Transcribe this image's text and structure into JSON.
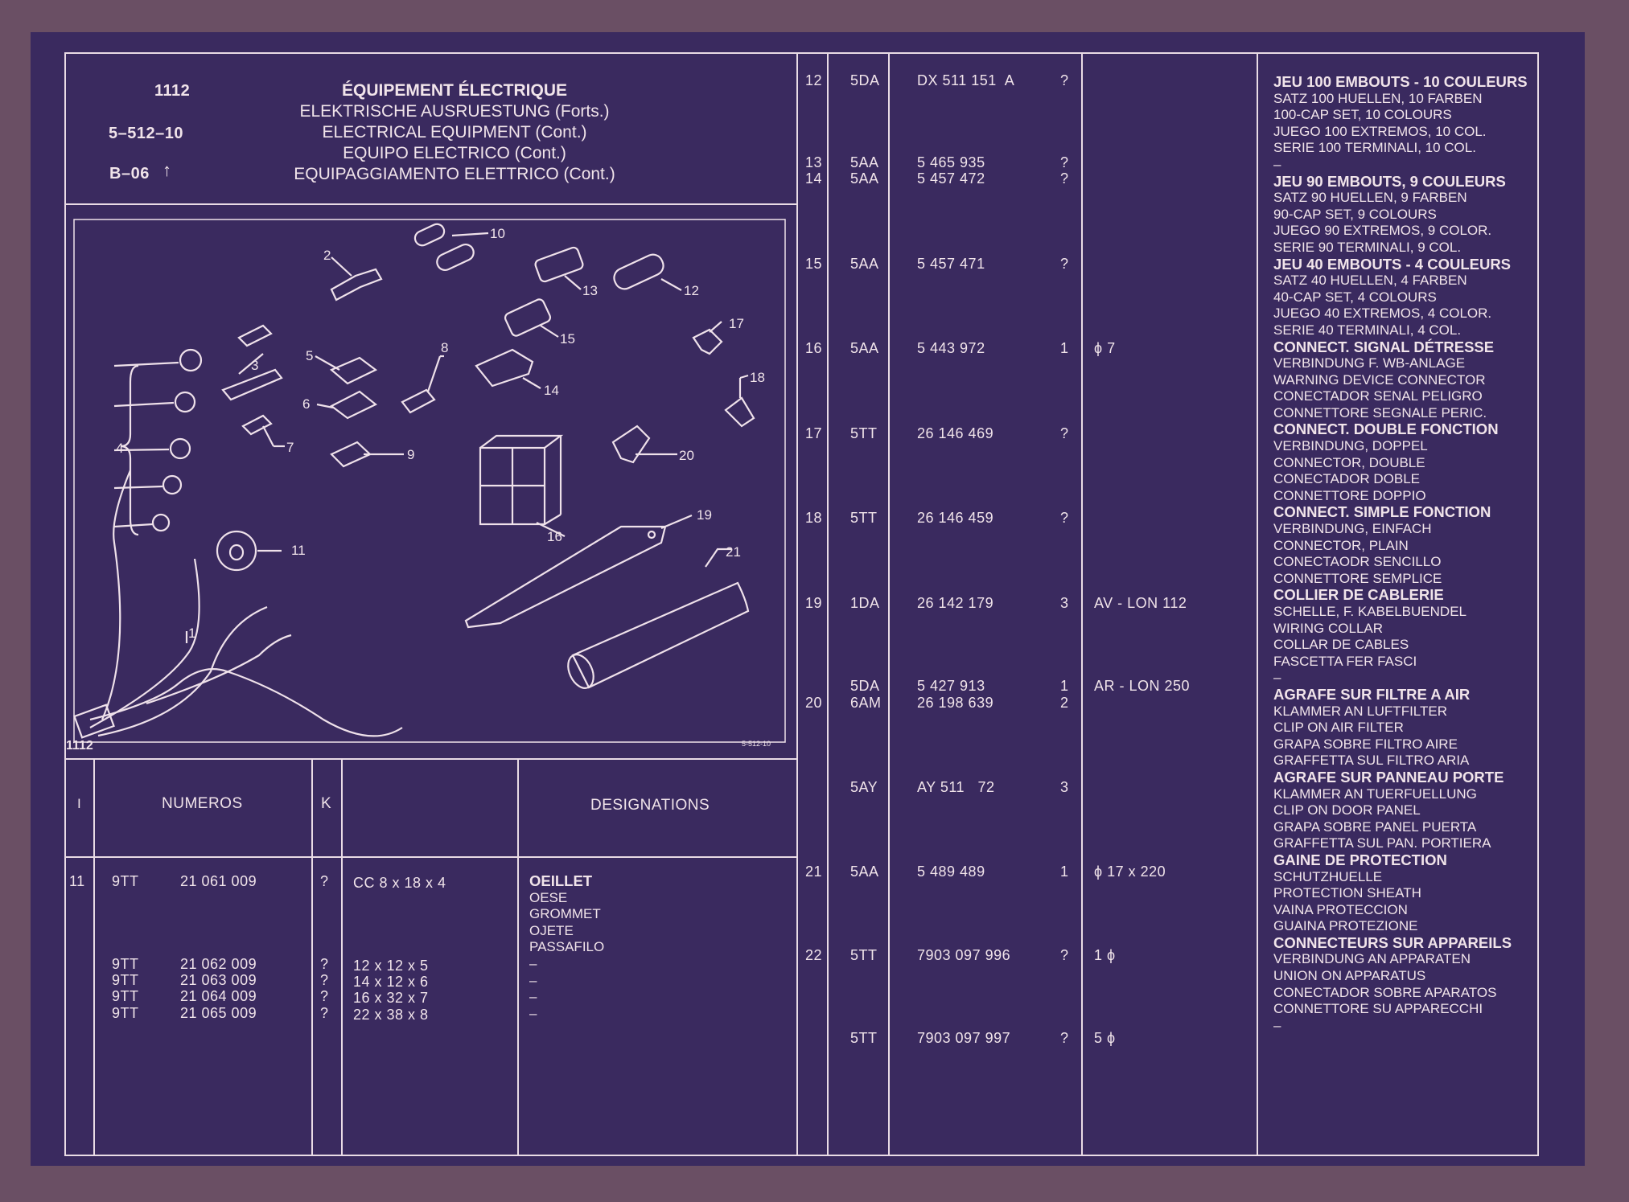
{
  "header": {
    "ref_a": "1112",
    "ref_b": "5–512–10",
    "ref_c": "B–06",
    "ref_c_arrow": "↑",
    "titles": [
      "ÉQUIPEMENT ÉLECTRIQUE",
      "ELEKTRISCHE AUSRUESTUNG (Forts.)",
      "ELECTRICAL EQUIPMENT (Cont.)",
      "EQUIPO ELECTRICO (Cont.)",
      "EQUIPAGGIAMENTO ELETTRICO (Cont.)"
    ]
  },
  "diagram": {
    "corner_left": "1112",
    "corner_right": "5-512-10",
    "callouts": [
      "1",
      "2",
      "3",
      "4",
      "5",
      "6",
      "7",
      "8",
      "9",
      "10",
      "11",
      "12",
      "13",
      "14",
      "15",
      "16",
      "17",
      "18",
      "19",
      "20",
      "21"
    ]
  },
  "table_head": {
    "col_index": "I",
    "col_numeros": "NUMEROS",
    "col_k": "K",
    "col_designations": "DESIGNATIONS"
  },
  "left_rows": [
    {
      "i": "11",
      "code": "9TT",
      "num": "21 061 009",
      "k": "?",
      "spec": "CC 8 x 18 x 4"
    },
    {
      "i": "",
      "code": "9TT",
      "num": "21 062 009",
      "k": "?",
      "spec": "12 x 12 x 5"
    },
    {
      "i": "",
      "code": "9TT",
      "num": "21 063 009",
      "k": "?",
      "spec": "14 x 12 x 6"
    },
    {
      "i": "",
      "code": "9TT",
      "num": "21 064 009",
      "k": "?",
      "spec": "16 x 32 x 7"
    },
    {
      "i": "",
      "code": "9TT",
      "num": "21 065 009",
      "k": "?",
      "spec": "22 x 38 x 8"
    }
  ],
  "left_desc": [
    "OEILLET",
    "OESE",
    "GROMMET",
    "OJETE",
    "PASSAFILO",
    "–",
    "–",
    "–",
    "–"
  ],
  "right_rows": [
    {
      "i": "12",
      "code": "5DA",
      "num": "DX 511 151  A",
      "k": "?",
      "spec": ""
    },
    {
      "i": "13",
      "code": "5AA",
      "num": "5 465 935",
      "k": "?",
      "spec": ""
    },
    {
      "i": "14",
      "code": "5AA",
      "num": "5 457 472",
      "k": "?",
      "spec": ""
    },
    {
      "i": "15",
      "code": "5AA",
      "num": "5 457 471",
      "k": "?",
      "spec": ""
    },
    {
      "i": "16",
      "code": "5AA",
      "num": "5 443 972",
      "k": "1",
      "spec": "ϕ 7"
    },
    {
      "i": "17",
      "code": "5TT",
      "num": "26 146 469",
      "k": "?",
      "spec": ""
    },
    {
      "i": "18",
      "code": "5TT",
      "num": "26 146 459",
      "k": "?",
      "spec": ""
    },
    {
      "i": "19",
      "code": "1DA",
      "num": "26 142 179",
      "k": "3",
      "spec": "AV - LON 112"
    },
    {
      "i": "",
      "code": "5DA",
      "num": "5 427 913",
      "k": "1",
      "spec": "AR - LON 250"
    },
    {
      "i": "20",
      "code": "6AM",
      "num": "26 198 639",
      "k": "2",
      "spec": ""
    },
    {
      "i": "",
      "code": "5AY",
      "num": "AY 511   72",
      "k": "3",
      "spec": ""
    },
    {
      "i": "21",
      "code": "5AA",
      "num": "5 489 489",
      "k": "1",
      "spec": "ϕ 17 x 220"
    },
    {
      "i": "22",
      "code": "5TT",
      "num": "7903 097 996",
      "k": "?",
      "spec": "1 ϕ"
    },
    {
      "i": "",
      "code": "5TT",
      "num": "7903 097 997",
      "k": "?",
      "spec": "5 ϕ"
    }
  ],
  "right_desc": [
    {
      "t": "JEU 100 EMBOUTS - 10 COULEURS",
      "b": true
    },
    {
      "t": "SATZ 100 HUELLEN, 10 FARBEN"
    },
    {
      "t": "100-CAP SET, 10 COLOURS"
    },
    {
      "t": "JUEGO 100 EXTREMOS, 10 COL."
    },
    {
      "t": "SERIE 100 TERMINALI, 10 COL."
    },
    {
      "t": "–"
    },
    {
      "t": "JEU 90 EMBOUTS, 9 COULEURS",
      "b": true
    },
    {
      "t": "SATZ 90 HUELLEN, 9 FARBEN"
    },
    {
      "t": "90-CAP SET, 9 COLOURS"
    },
    {
      "t": "JUEGO 90 EXTREMOS, 9 COLOR."
    },
    {
      "t": "SERIE 90 TERMINALI, 9 COL."
    },
    {
      "t": "JEU 40 EMBOUTS - 4 COULEURS",
      "b": true
    },
    {
      "t": "SATZ 40 HUELLEN, 4 FARBEN"
    },
    {
      "t": "40-CAP SET, 4 COLOURS"
    },
    {
      "t": "JUEGO 40 EXTREMOS, 4 COLOR."
    },
    {
      "t": "SERIE 40 TERMINALI, 4 COL."
    },
    {
      "t": "CONNECT. SIGNAL DÉTRESSE",
      "b": true
    },
    {
      "t": "VERBINDUNG F. WB-ANLAGE"
    },
    {
      "t": "WARNING DEVICE CONNECTOR"
    },
    {
      "t": "CONECTADOR SENAL PELIGRO"
    },
    {
      "t": "CONNETTORE SEGNALE PERIC."
    },
    {
      "t": "CONNECT. DOUBLE FONCTION",
      "b": true
    },
    {
      "t": "VERBINDUNG, DOPPEL"
    },
    {
      "t": "CONNECTOR, DOUBLE"
    },
    {
      "t": "CONECTADOR DOBLE"
    },
    {
      "t": "CONNETTORE DOPPIO"
    },
    {
      "t": "CONNECT. SIMPLE FONCTION",
      "b": true
    },
    {
      "t": "VERBINDUNG, EINFACH"
    },
    {
      "t": "CONNECTOR, PLAIN"
    },
    {
      "t": "CONECTAODR SENCILLO"
    },
    {
      "t": "CONNETTORE SEMPLICE"
    },
    {
      "t": "COLLIER DE CABLERIE",
      "b": true
    },
    {
      "t": "SCHELLE, F. KABELBUENDEL"
    },
    {
      "t": "WIRING COLLAR"
    },
    {
      "t": "COLLAR DE CABLES"
    },
    {
      "t": "FASCETTA FER FASCI"
    },
    {
      "t": "–"
    },
    {
      "t": "AGRAFE SUR FILTRE A AIR",
      "b": true
    },
    {
      "t": "KLAMMER AN LUFTFILTER"
    },
    {
      "t": "CLIP ON AIR FILTER"
    },
    {
      "t": "GRAPA SOBRE FILTRO AIRE"
    },
    {
      "t": "GRAFFETTA SUL FILTRO ARIA"
    },
    {
      "t": "AGRAFE SUR PANNEAU PORTE",
      "b": true
    },
    {
      "t": "KLAMMER AN TUERFUELLUNG"
    },
    {
      "t": "CLIP ON DOOR PANEL"
    },
    {
      "t": "GRAPA SOBRE PANEL PUERTA"
    },
    {
      "t": "GRAFFETTA SUL PAN. PORTIERA"
    },
    {
      "t": "GAINE DE PROTECTION",
      "b": true
    },
    {
      "t": "SCHUTZHUELLE"
    },
    {
      "t": "PROTECTION SHEATH"
    },
    {
      "t": "VAINA PROTECCION"
    },
    {
      "t": "GUAINA PROTEZIONE"
    },
    {
      "t": "CONNECTEURS SUR APPAREILS",
      "b": true
    },
    {
      "t": "VERBINDUNG AN APPARATEN"
    },
    {
      "t": "UNION ON APPARATUS"
    },
    {
      "t": "CONECTADOR SOBRE APARATOS"
    },
    {
      "t": "CONNETTORE SU APPARECCHI"
    },
    {
      "t": "–"
    }
  ],
  "colors": {
    "film": "#3a2a5f",
    "surround": "#6a4f64",
    "ink": "#f1e4ea"
  }
}
